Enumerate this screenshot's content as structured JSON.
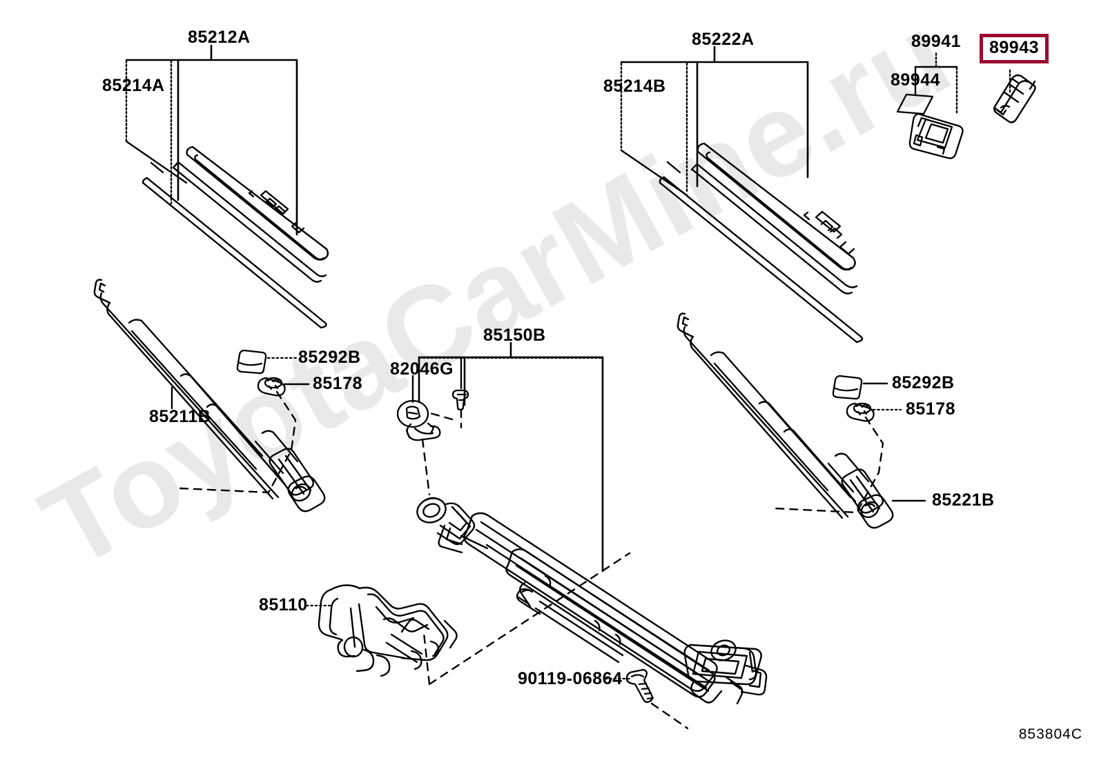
{
  "diagram": {
    "code": "853804C",
    "watermark": "ToyotaCarMine.ru",
    "highlight_color": "#9c0a32",
    "line_color": "#000000",
    "background_color": "#ffffff"
  },
  "labels": {
    "l_85212A": "85212A",
    "l_85214A": "85214A",
    "l_85222A": "85222A",
    "l_85214B": "85214B",
    "l_89941": "89941",
    "l_89944": "89944",
    "l_89943": "89943",
    "l_85292B_left": "85292B",
    "l_85178_left": "85178",
    "l_85211B": "85211B",
    "l_85150B": "85150B",
    "l_82046G": "82046G",
    "l_85292B_right": "85292B",
    "l_85178_right": "85178",
    "l_85221B": "85221B",
    "l_85110": "85110",
    "l_90119": "90119-06864"
  },
  "parts": [
    {
      "number": "85212A",
      "name": "windshield-wiper-blade-assembly-left",
      "highlighted": false
    },
    {
      "number": "85214A",
      "name": "windshield-wiper-rubber-left",
      "highlighted": false
    },
    {
      "number": "85222A",
      "name": "windshield-wiper-blade-assembly-right",
      "highlighted": false
    },
    {
      "number": "85214B",
      "name": "windshield-wiper-rubber-right",
      "highlighted": false
    },
    {
      "number": "89941",
      "name": "rain-sensor-assembly",
      "highlighted": false
    },
    {
      "number": "89944",
      "name": "rain-sensor-gel-pad",
      "highlighted": false
    },
    {
      "number": "89943",
      "name": "rain-sensor-cover",
      "highlighted": true
    },
    {
      "number": "85292B",
      "name": "wiper-arm-head-cap-left",
      "highlighted": false
    },
    {
      "number": "85178",
      "name": "wiper-arm-nut-cover-left",
      "highlighted": false
    },
    {
      "number": "85211B",
      "name": "windshield-wiper-arm-left",
      "highlighted": false
    },
    {
      "number": "85150B",
      "name": "windshield-wiper-link-assembly",
      "highlighted": false
    },
    {
      "number": "82046G",
      "name": "wire-harness-connector",
      "highlighted": false
    },
    {
      "number": "85292B",
      "name": "wiper-arm-head-cap-right",
      "highlighted": false
    },
    {
      "number": "85178",
      "name": "wiper-arm-nut-cover-right",
      "highlighted": false
    },
    {
      "number": "85221B",
      "name": "windshield-wiper-arm-right",
      "highlighted": false
    },
    {
      "number": "85110",
      "name": "windshield-wiper-motor-assembly",
      "highlighted": false
    },
    {
      "number": "90119-06864",
      "name": "wiper-link-mounting-bolt",
      "highlighted": false
    }
  ]
}
